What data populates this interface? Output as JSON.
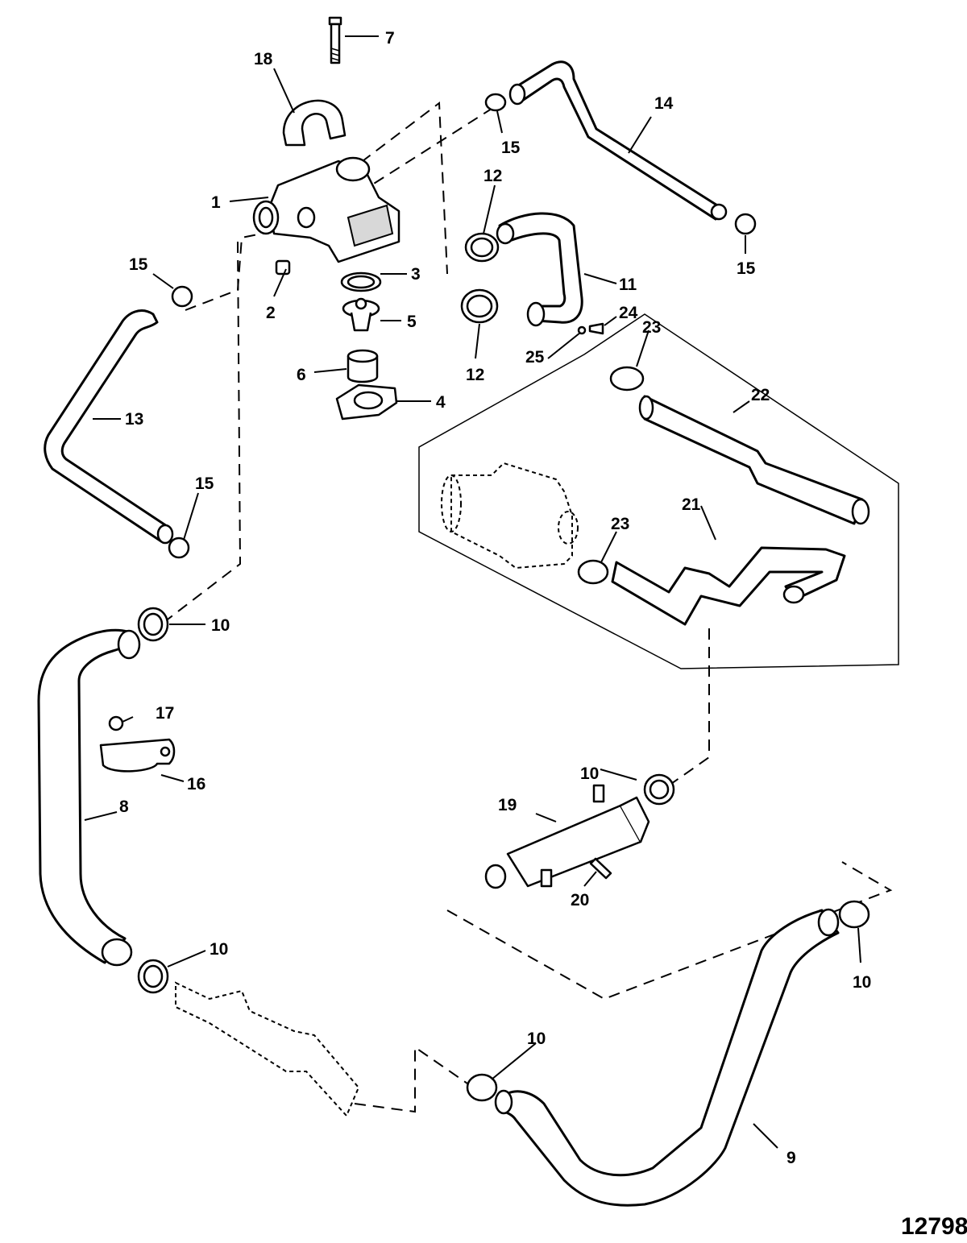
{
  "drawing_number": "12798",
  "callouts": {
    "c1": "1",
    "c2": "2",
    "c3": "3",
    "c4": "4",
    "c5": "5",
    "c6": "6",
    "c7": "7",
    "c8": "8",
    "c9": "9",
    "c10a": "10",
    "c10b": "10",
    "c10c": "10",
    "c10d": "10",
    "c10e": "10",
    "c11": "11",
    "c12a": "12",
    "c12b": "12",
    "c13": "13",
    "c14": "14",
    "c15a": "15",
    "c15b": "15",
    "c15c": "15",
    "c15d": "15",
    "c16": "16",
    "c17": "17",
    "c18": "18",
    "c19": "19",
    "c20": "20",
    "c21": "21",
    "c22": "22",
    "c23a": "23",
    "c23b": "23",
    "c24": "24",
    "c25": "25"
  }
}
